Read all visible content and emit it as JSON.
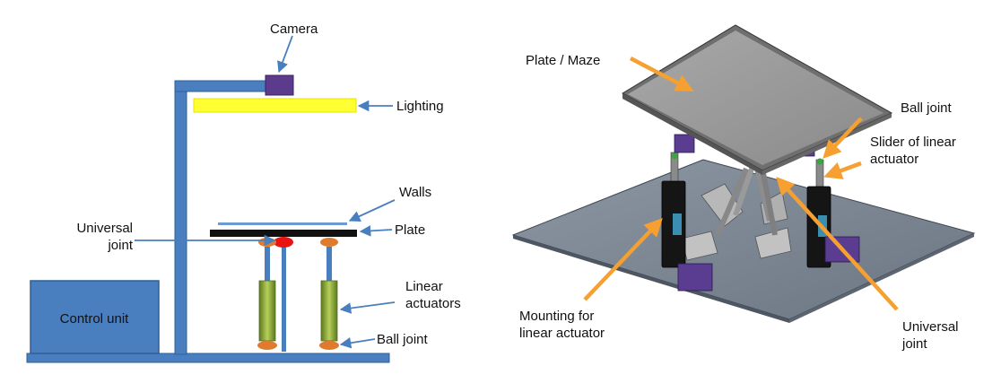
{
  "left_diagram": {
    "labels": {
      "camera": "Camera",
      "lighting": "Lighting",
      "walls": "Walls",
      "plate": "Plate",
      "universal_joint": [
        "Universal",
        "joint"
      ],
      "linear_actuators": [
        "Linear",
        "actuators"
      ],
      "ball_joint": "Ball joint",
      "control_unit": "Control unit"
    }
  },
  "right_diagram": {
    "labels": {
      "plate_maze": "Plate / Maze",
      "ball_joint": "Ball joint",
      "slider": [
        "Slider of linear",
        "actuator"
      ],
      "mounting": [
        "Mounting for",
        "linear actuator"
      ],
      "universal_joint": [
        "Universal",
        "joint"
      ]
    }
  },
  "colors": {
    "structure_blue": "#4a7fbf",
    "lighting_yellow": "#ffff33",
    "camera_purple": "#5c3b8c",
    "joint_orange": "#e07b2e",
    "universal_red": "#e81313",
    "actuator_green": "#8aa332",
    "leader_blue": "#4a7fbf",
    "leader_orange": "#f5a030",
    "base_grey": "#7f8a96",
    "plate_grey": "#9b9b9b"
  }
}
